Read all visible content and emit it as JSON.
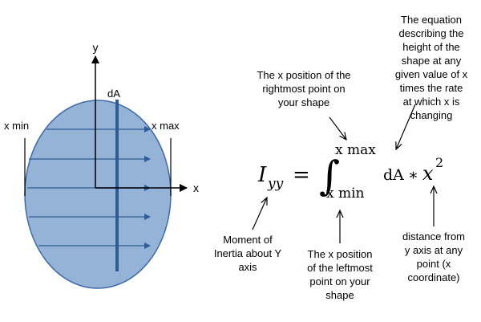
{
  "diagram": {
    "axis_labels": {
      "y": "y",
      "x": "x"
    },
    "strip_label": "dA",
    "bound_labels": {
      "min": "x min",
      "max": "x max"
    },
    "colors": {
      "shape_fill": "#95b3d7",
      "shape_stroke": "#3d6aa8",
      "strip": "#2e5c96",
      "arrows": "#2e5c96",
      "axes": "#000000"
    }
  },
  "equation": {
    "lhs_symbol": "I",
    "lhs_subscript": "yy",
    "equals": "=",
    "integral_sign": "∫",
    "upper_limit": "x max",
    "lower_limit": "x min",
    "integrand_dA": "dA",
    "operator": "∗",
    "integrand_x": "x",
    "exponent": "2"
  },
  "annotations": {
    "upper_limit_note": [
      "The x position of the",
      "rightmost point on",
      "your shape"
    ],
    "integrand_note": [
      "The equation",
      "describing the",
      "height of the",
      "shape at any",
      "given value of x",
      "times the rate",
      "at which x is",
      "changing"
    ],
    "lhs_note": [
      "Moment of",
      "Inertia about Y",
      "axis"
    ],
    "lower_limit_note": [
      "The x position",
      "of the leftmost",
      "point on your",
      "shape"
    ],
    "distance_note": [
      "distance from",
      "y axis at any",
      "point (x",
      "coordinate)"
    ]
  }
}
